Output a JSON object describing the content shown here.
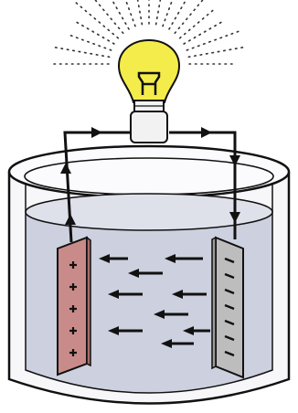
{
  "diagram": {
    "subject": "electrochemical-cell-lighting-bulb",
    "colors": {
      "outline": "#111111",
      "electrolyte": "#cdd0de",
      "electrolyte_shadow": "#b5b9cc",
      "glass": "#f7f7fa",
      "bulb_glass": "#f4ec4a",
      "bulb_glow": "#fdf7a0",
      "bulb_base": "#f2f2f2",
      "positive_plate": "#c98b89",
      "negative_plate": "#bdbdbd",
      "ray_dots": "#333333",
      "arrow": "#111111"
    },
    "plates": {
      "left": {
        "sign": "+",
        "count": 5
      },
      "right": {
        "sign": "−",
        "count": 7
      }
    },
    "flow_arrows": {
      "count": 9,
      "direction": "left"
    },
    "current_direction": "clockwise"
  }
}
